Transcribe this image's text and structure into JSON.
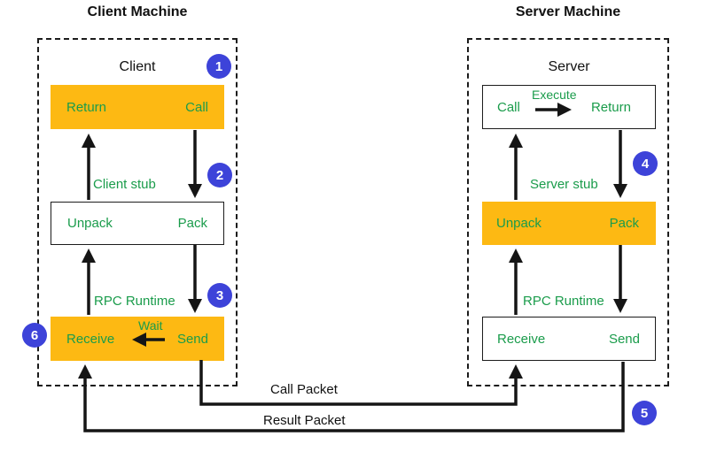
{
  "diagram": {
    "client": {
      "machine_title": "Client Machine",
      "box_label": "Client",
      "app_box": {
        "left_label": "Return",
        "right_label": "Call"
      },
      "stub_label": "Client stub",
      "stub_box": {
        "left_label": "Unpack",
        "right_label": "Pack"
      },
      "runtime_label": "RPC Runtime",
      "runtime_box": {
        "left_label": "Receive",
        "right_label": "Send",
        "wait_label": "Wait"
      }
    },
    "server": {
      "machine_title": "Server Machine",
      "box_label": "Server",
      "app_box": {
        "left_label": "Call",
        "right_label": "Return",
        "execute_label": "Execute"
      },
      "stub_label": "Server stub",
      "stub_box": {
        "left_label": "Unpack",
        "right_label": "Pack"
      },
      "runtime_label": "RPC Runtime",
      "runtime_box": {
        "left_label": "Receive",
        "right_label": "Send"
      }
    },
    "packets": {
      "call": "Call Packet",
      "result": "Result Packet"
    },
    "steps": [
      "1",
      "2",
      "3",
      "4",
      "5",
      "6"
    ],
    "colors": {
      "highlight_yellow": "#FDB913",
      "text_green": "#1A9C4B",
      "badge_blue": "#3D43D9",
      "line_black": "#151515"
    }
  }
}
